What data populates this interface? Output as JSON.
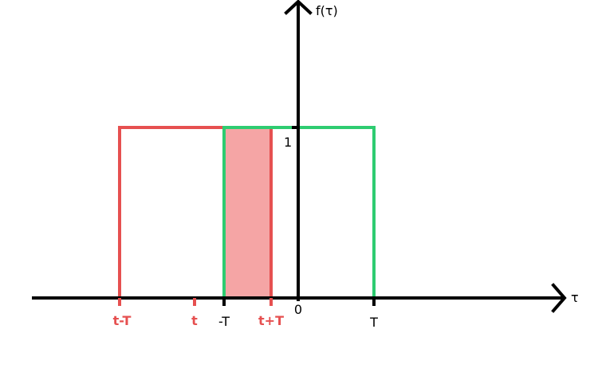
{
  "colors": {
    "axis": "#000000",
    "shifted_pulse": "#e65050",
    "base_pulse": "#2ecc71",
    "overlap_fill": "#f5a5a5"
  },
  "labels": {
    "y_axis": "f(τ)",
    "x_axis": "τ",
    "height": "1",
    "origin": "0",
    "t_minus_T": "t-T",
    "t": "t",
    "minus_T": "-T",
    "t_plus_T": "t+T",
    "T": "T"
  }
}
